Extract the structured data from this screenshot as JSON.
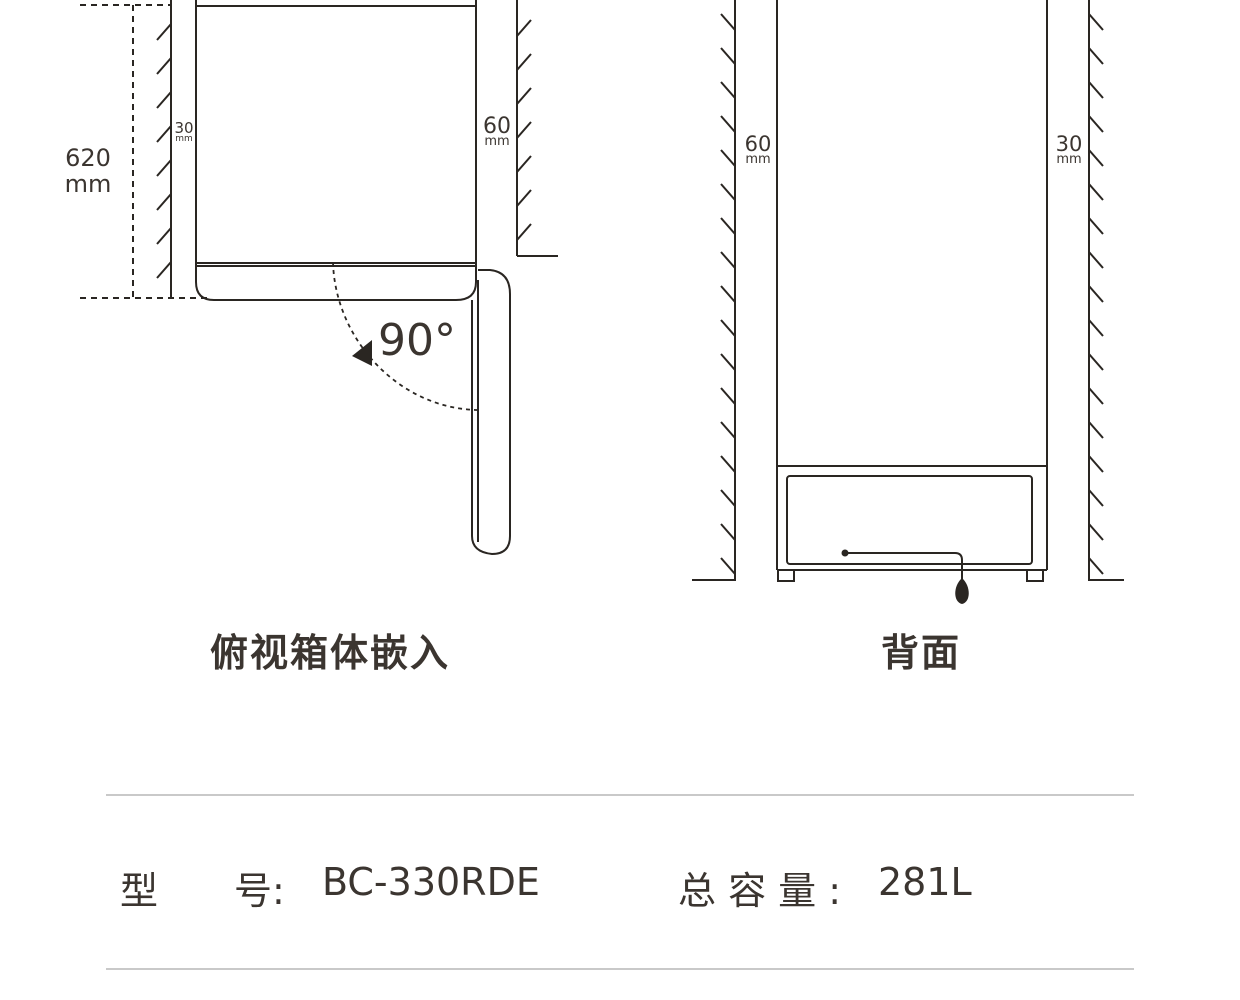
{
  "top_view": {
    "caption": "俯视箱体嵌入",
    "depth_value": "620",
    "depth_unit": "mm",
    "left_gap_value": "30",
    "left_gap_unit": "mm",
    "right_gap_value": "60",
    "right_gap_unit": "mm",
    "door_angle": "90°"
  },
  "back_view": {
    "caption": "背面",
    "left_gap_value": "60",
    "left_gap_unit": "mm",
    "right_gap_value": "30",
    "right_gap_unit": "mm"
  },
  "specs": {
    "model_label": "型　　号:",
    "model_value": "BC-330RDE",
    "capacity_label": "总 容 量 :",
    "capacity_value": "281L"
  }
}
